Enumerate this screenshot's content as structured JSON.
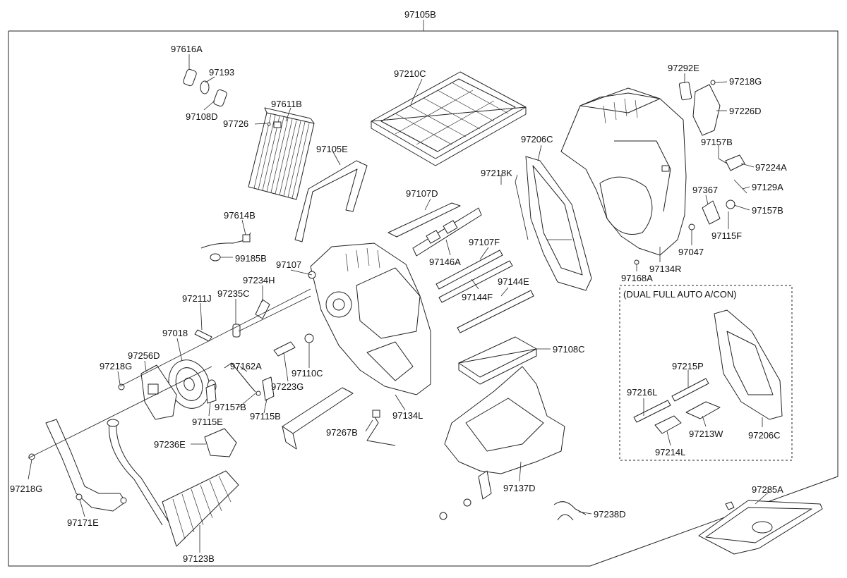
{
  "top_label": "97105B",
  "inset_title": "(DUAL FULL AUTO A/CON)",
  "parts": [
    "97616A",
    "97193",
    "97108D",
    "97611B",
    "97726",
    "97105E",
    "97614B",
    "99185B",
    "97210C",
    "97206C",
    "97218K",
    "97107D",
    "97146A",
    "97107F",
    "97144F",
    "97144E",
    "97107",
    "97234H",
    "97235C",
    "97211J",
    "97018",
    "97256D",
    "97218G",
    "97162A",
    "97157B",
    "97115E",
    "97115B",
    "97223G",
    "97110C",
    "97134L",
    "97108C",
    "97267B",
    "97236E",
    "97218G",
    "97171E",
    "97123B",
    "97137D",
    "97238D",
    "97285A",
    "97292E",
    "97218G",
    "97226D",
    "97157B",
    "97224A",
    "97129A",
    "97157B",
    "97367",
    "97115F",
    "97047",
    "97134R",
    "97168A",
    "97215P",
    "97216L",
    "97213W",
    "97214L",
    "97206C"
  ]
}
